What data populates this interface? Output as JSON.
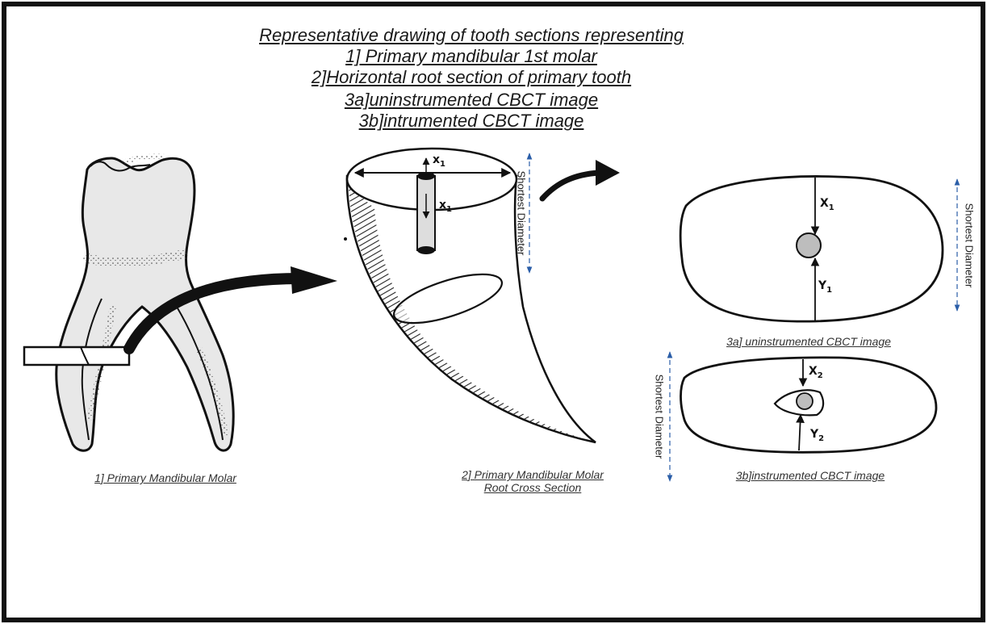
{
  "title_lines": [
    "Representative drawing of tooth sections representing",
    "1] Primary mandibular 1st molar",
    "2]Horizontal root section of primary tooth",
    "3a]uninstrumented CBCT image",
    "3b]intrumented CBCT image"
  ],
  "panel1": {
    "caption": "1] Primary Mandibular Molar"
  },
  "panel2": {
    "caption_line1": "2] Primary Mandibular Molar",
    "caption_line2": "Root Cross Section",
    "diameter_label": "Shortest Diameter",
    "x_label": "x",
    "x_sub": "1"
  },
  "panel3a": {
    "caption": "3a] uninstrumented CBCT image",
    "diameter_label": "Shortest Diameter",
    "x_label": "X",
    "x_sub": "1",
    "y_label": "Y",
    "y_sub": "1"
  },
  "panel3b": {
    "caption": "3b]instrumented CBCT image",
    "diameter_label": "Shortest Diameter",
    "x_label": "X",
    "x_sub": "2",
    "y_label": "Y",
    "y_sub": "2"
  },
  "colors": {
    "ink": "#111111",
    "tooth_fill": "#e8e8e8",
    "dimension_arrow": "#2b5ea8"
  }
}
